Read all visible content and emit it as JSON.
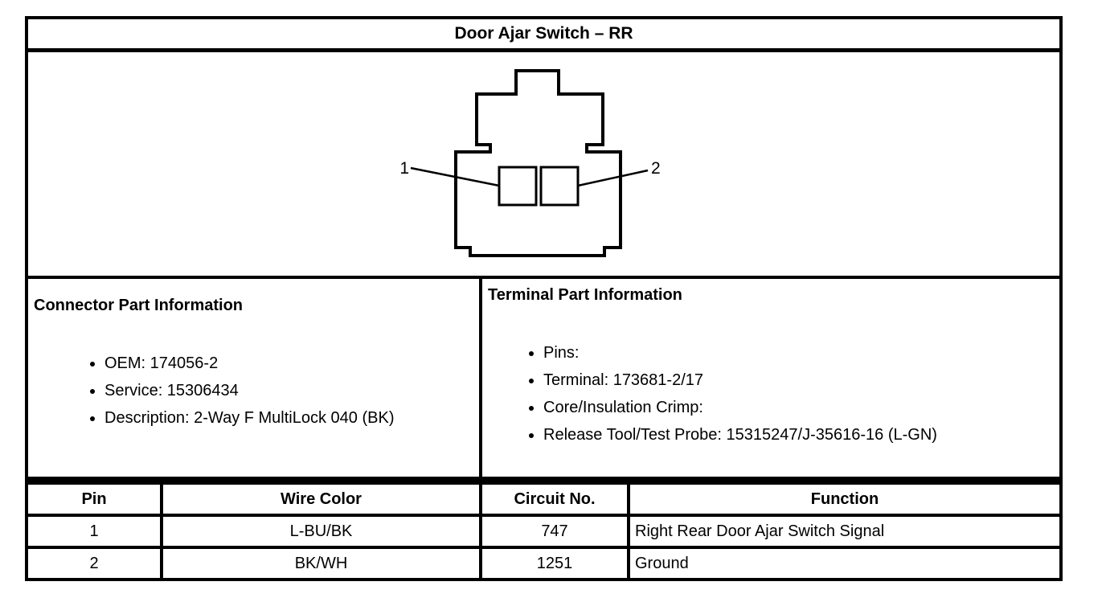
{
  "title": "Door Ajar Switch – RR",
  "diagram": {
    "pin1_label": "1",
    "pin2_label": "2"
  },
  "connector_info": {
    "heading": "Connector Part Information",
    "items": [
      "OEM: 174056-2",
      "Service: 15306434",
      "Description: 2-Way F MultiLock 040 (BK)"
    ]
  },
  "terminal_info": {
    "heading": "Terminal Part Information",
    "items": [
      "Pins:",
      "Terminal: 173681-2/17",
      "Core/Insulation Crimp:",
      "Release Tool/Test Probe: 15315247/J-35616-16 (L-GN)"
    ]
  },
  "pin_table": {
    "headers": [
      "Pin",
      "Wire Color",
      "Circuit No.",
      "Function"
    ],
    "rows": [
      {
        "pin": "1",
        "wire_color": "L-BU/BK",
        "circuit_no": "747",
        "function": "Right Rear Door Ajar Switch Signal"
      },
      {
        "pin": "2",
        "wire_color": "BK/WH",
        "circuit_no": "1251",
        "function": "Ground"
      }
    ]
  },
  "colors": {
    "border": "#000000",
    "background": "#ffffff",
    "text": "#000000"
  }
}
